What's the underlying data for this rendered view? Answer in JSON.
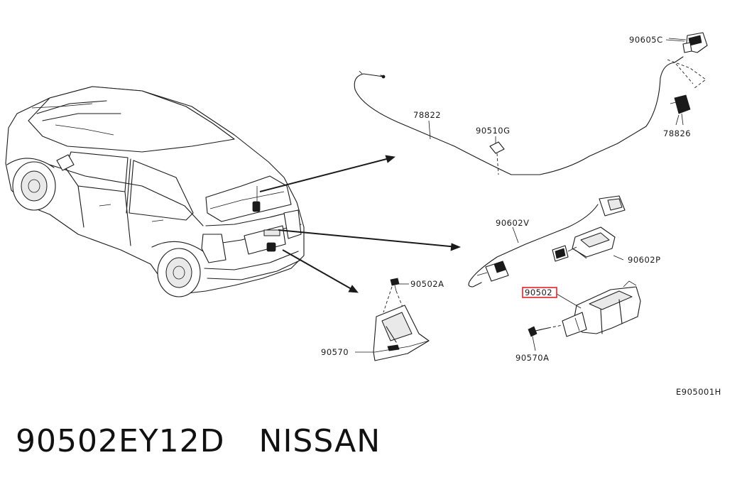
{
  "diagram": {
    "code": "E905001H",
    "parts": [
      {
        "id": "p1",
        "label": "90605C"
      },
      {
        "id": "p2",
        "label": "78822"
      },
      {
        "id": "p3",
        "label": "90510G"
      },
      {
        "id": "p4",
        "label": "78826"
      },
      {
        "id": "p5",
        "label": "90602V"
      },
      {
        "id": "p6",
        "label": "90602P"
      },
      {
        "id": "p7",
        "label": "90502A"
      },
      {
        "id": "p8",
        "label": "90502",
        "highlighted": true
      },
      {
        "id": "p9",
        "label": "90570"
      },
      {
        "id": "p10",
        "label": "90570A"
      }
    ],
    "highlight_color": "#e8202a"
  },
  "caption": {
    "part_number": "90502EY12D",
    "brand": "NISSAN"
  }
}
